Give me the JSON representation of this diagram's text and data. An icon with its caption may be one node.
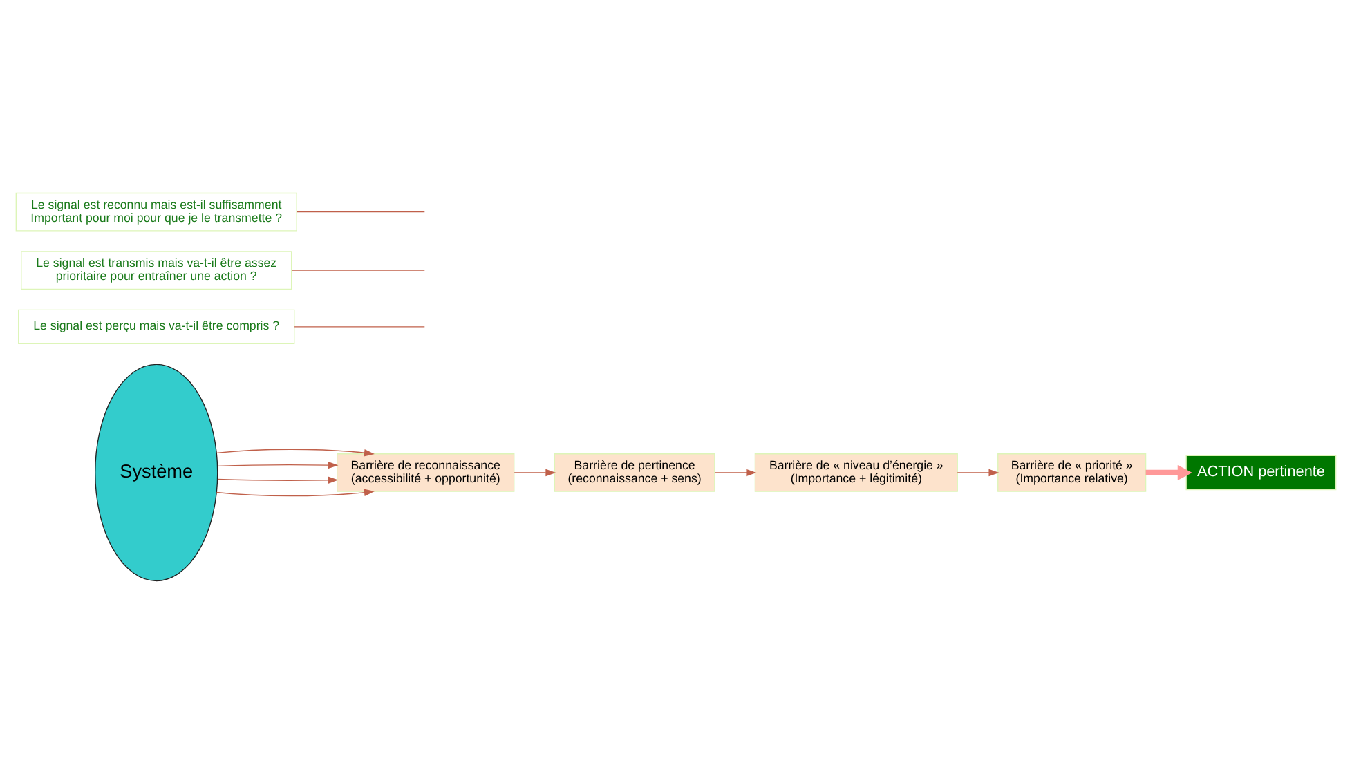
{
  "diagram": {
    "nodes": [
      {
        "text": [
          "Système"
        ]
      },
      {
        "text": [
          "Barrière de reconnaissance",
          "(accessibilité + opportunité)"
        ]
      },
      {
        "text": [
          "Barrière de pertinence",
          "(reconnaissance + sens)"
        ]
      },
      {
        "text": [
          "Barrière de « niveau d’énergie »",
          "(Importance + légitimité)"
        ]
      },
      {
        "text": [
          "Barrière de « priorité »",
          "(Importance relative)"
        ]
      },
      {
        "text": [
          "ACTION pertinente"
        ]
      },
      {
        "text": [
          "Le signal est perçu mais va-t-il être compris ?"
        ]
      },
      {
        "text": [
          "Le signal est transmis mais va-t-il être assez prioritaire pour entraîner une action ?"
        ]
      },
      {
        "text": [
          "Le signal est reconnu mais est-il suffisamment Important pour moi pour que je le transmette ?"
        ]
      }
    ],
    "edges": [
      {
        "from": 0,
        "to": 1,
        "arrow": "to"
      },
      {
        "from": 0,
        "to": 1,
        "arrow": "to"
      },
      {
        "from": 0,
        "to": 1,
        "arrow": "to"
      },
      {
        "from": 0,
        "to": 1,
        "arrow": "to"
      },
      {
        "from": 1,
        "to": 2,
        "arrow": "to"
      },
      {
        "from": 2,
        "to": 3,
        "arrow": "to"
      },
      {
        "from": 3,
        "to": 4,
        "arrow": "to"
      },
      {
        "from": 4,
        "to": 5,
        "arrow": "to",
        "style": "thick",
        "color": "#ff9999"
      },
      {
        "from": 6,
        "to": null,
        "arrow": "none"
      },
      {
        "from": 8,
        "to": null,
        "arrow": "none"
      },
      {
        "from": 7,
        "to": null,
        "arrow": "none"
      }
    ]
  }
}
